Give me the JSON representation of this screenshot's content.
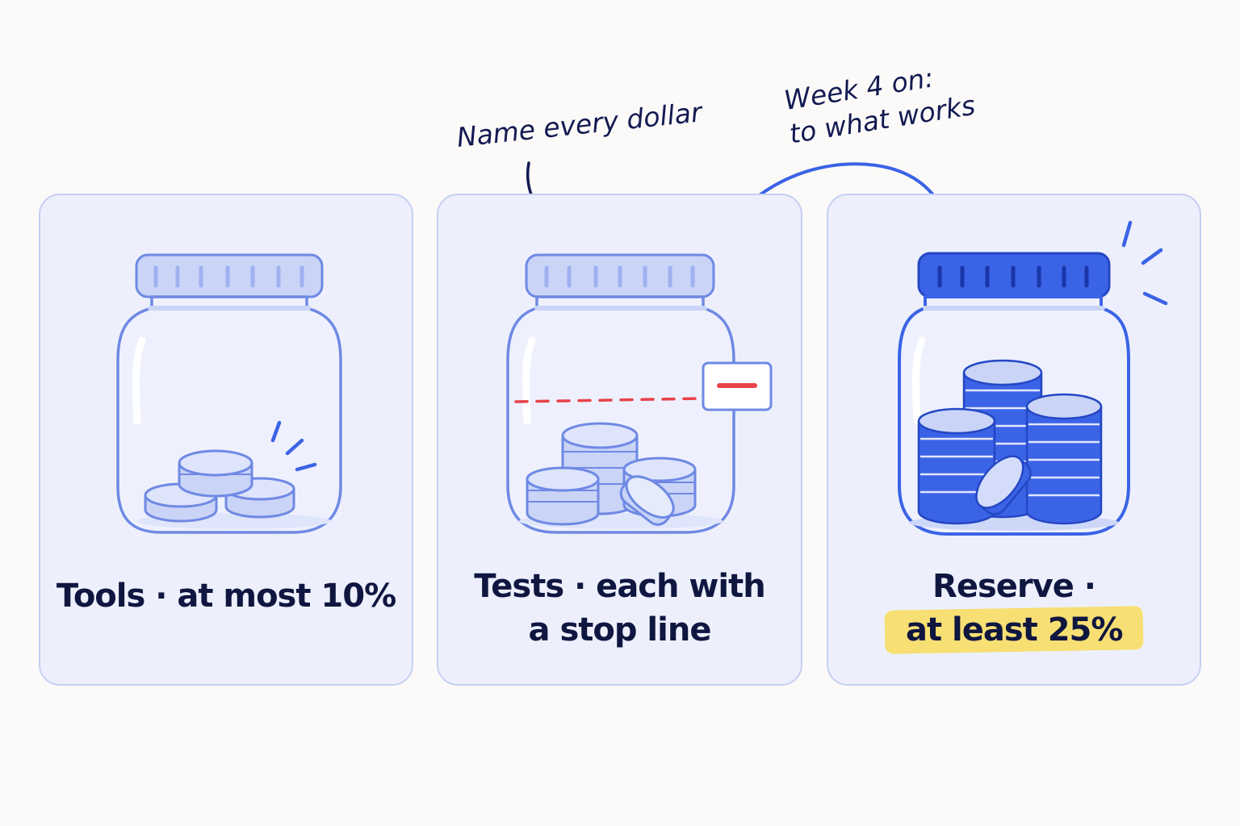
{
  "annotations": {
    "name_every_dollar": "Name every dollar",
    "week_line1": "Week 4 on:",
    "week_line2": "to what works"
  },
  "panels": [
    {
      "id": "tools",
      "caption": "Tools · at most 10%",
      "coin_fill": "light"
    },
    {
      "id": "tests",
      "caption_line1": "Tests · each with",
      "caption_line2": "a stop line",
      "stop_line_color": "#e8424a"
    },
    {
      "id": "reserve",
      "caption_line1": "Reserve ·",
      "caption_line2": "at least 25%",
      "highlight_color": "#f7df73"
    }
  ],
  "colors": {
    "accent": "#3b63e6",
    "light_blue": "#c9d4f7",
    "outline": "#5f7ae0",
    "text": "#0f1640"
  },
  "icons": [
    "jar-icon",
    "coin-stack-icon",
    "stop-line-tag-icon",
    "sparkle-icon",
    "curved-arrow-icon"
  ]
}
